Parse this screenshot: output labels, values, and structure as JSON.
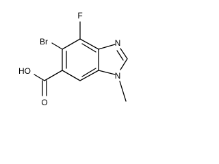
{
  "molecule": {
    "atoms": {
      "fluorine": "F",
      "bromine": "Br",
      "hydroxyl": "HO",
      "carbonyl_oxygen": "O",
      "imidazole_nitrogen_3": "N",
      "imidazole_nitrogen_1": "N"
    }
  }
}
